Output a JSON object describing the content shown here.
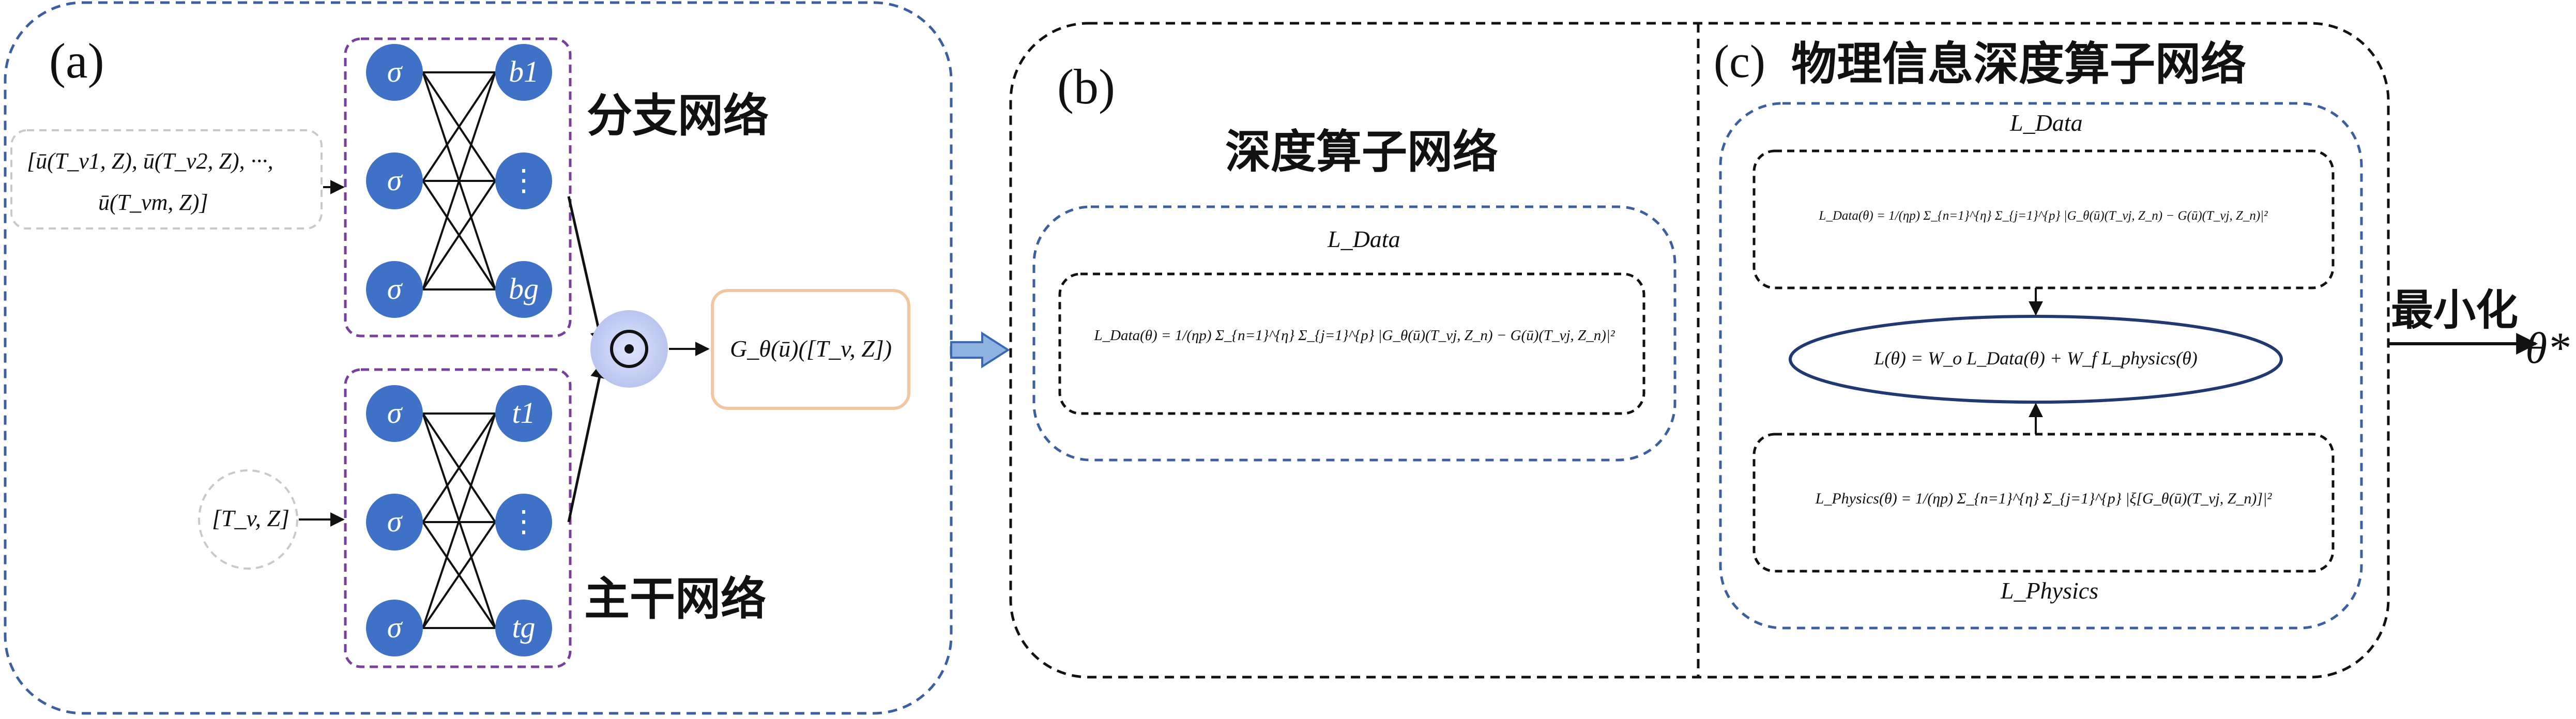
{
  "panels": {
    "a": {
      "label": "(a)",
      "branch_title": "分支网络",
      "trunk_title": "主干网络"
    },
    "b": {
      "label": "(b)",
      "title": "深度算子网络"
    },
    "c": {
      "label": "(c)",
      "title": "物理信息深度算子网络"
    }
  },
  "inputs": {
    "branch_input_line1": "[ū(T_v1, Z), ū(T_v2, Z), ···,",
    "branch_input_line2": "ū(T_vm, Z)]",
    "trunk_input": "[T_v, Z]"
  },
  "nodes": {
    "activation_symbol": "σ",
    "branch_outputs": [
      "b1",
      "⋮",
      "bg"
    ],
    "trunk_outputs": [
      "t1",
      "⋮",
      "tg"
    ],
    "combine_symbol": "⊙"
  },
  "output": {
    "label": "G_θ(ū)([T_v, Z])"
  },
  "formulas": {
    "l_data_label": "L_Data",
    "l_physics_label": "L_Physics",
    "l_data": "L_Data(θ) = 1/(ηp) Σ_{n=1}^{η} Σ_{j=1}^{p} |G_θ(ū)(T_vj, Z_n) − G(ū)(T_vj, Z_n)|²",
    "l_physics": "L_Physics(θ) = 1/(ηp) Σ_{n=1}^{η} Σ_{j=1}^{p} |ξ[G_θ(ū)(T_vj, Z_n)]|²",
    "l_total": "L(θ) = W_o L_Data(θ) + W_f L_physics(θ)"
  },
  "minimize": {
    "label": "最小化",
    "result": "θ*"
  },
  "colors": {
    "node_fill": "#3f72c6",
    "node_text": "#ffffff",
    "purple_dash": "#7a3f9a",
    "blue_dash": "#3b5fa0",
    "black_dash": "#111111",
    "output_border": "#f2c7a0",
    "combine_glow": "#c4cef3",
    "arrow_fill": "#8fb2e0",
    "arrow_stroke": "#3a68b2",
    "ellipse_stroke": "#1f3a72"
  }
}
